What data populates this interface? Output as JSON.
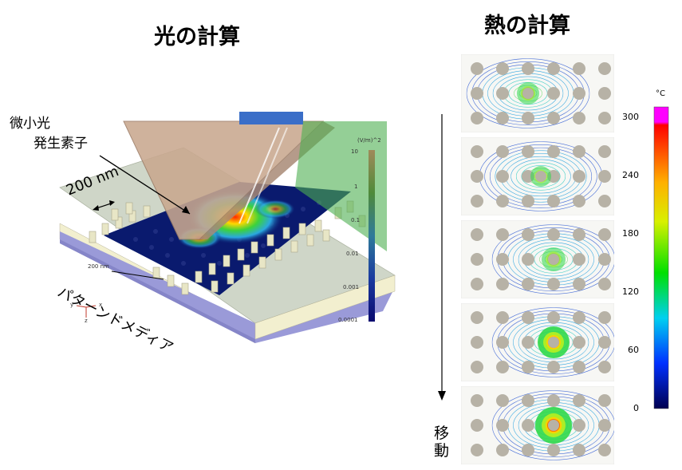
{
  "left_panel": {
    "title": "光の計算",
    "label_source_line1": "微小光",
    "label_source_line2": "発生素子",
    "label_scale": "200 nm",
    "label_media": "パターンドメディア",
    "small_scale_text": "200 nm",
    "colorbar_unit": "(V/m)^2",
    "colorbar_ticks": [
      "10",
      "1",
      "0.1",
      "0.01",
      "0.001",
      "0.0001"
    ],
    "axis_labels": [
      "y",
      "x",
      "z"
    ]
  },
  "right_panel": {
    "title": "熱の計算",
    "move_label": "移動",
    "colorbar_unit": "°C",
    "colorbar_ticks": [
      "300",
      "240",
      "180",
      "120",
      "60",
      "0"
    ],
    "frame_count": 5
  },
  "colors": {
    "media_top": "#cfd6c8",
    "media_side": "#8f8fd0",
    "substrate": "#f2efcf",
    "dark_region": "#0a1a6e",
    "probe": "#c9a88f",
    "green_plane": "#4caf50",
    "dot": "#b7b2a6"
  }
}
